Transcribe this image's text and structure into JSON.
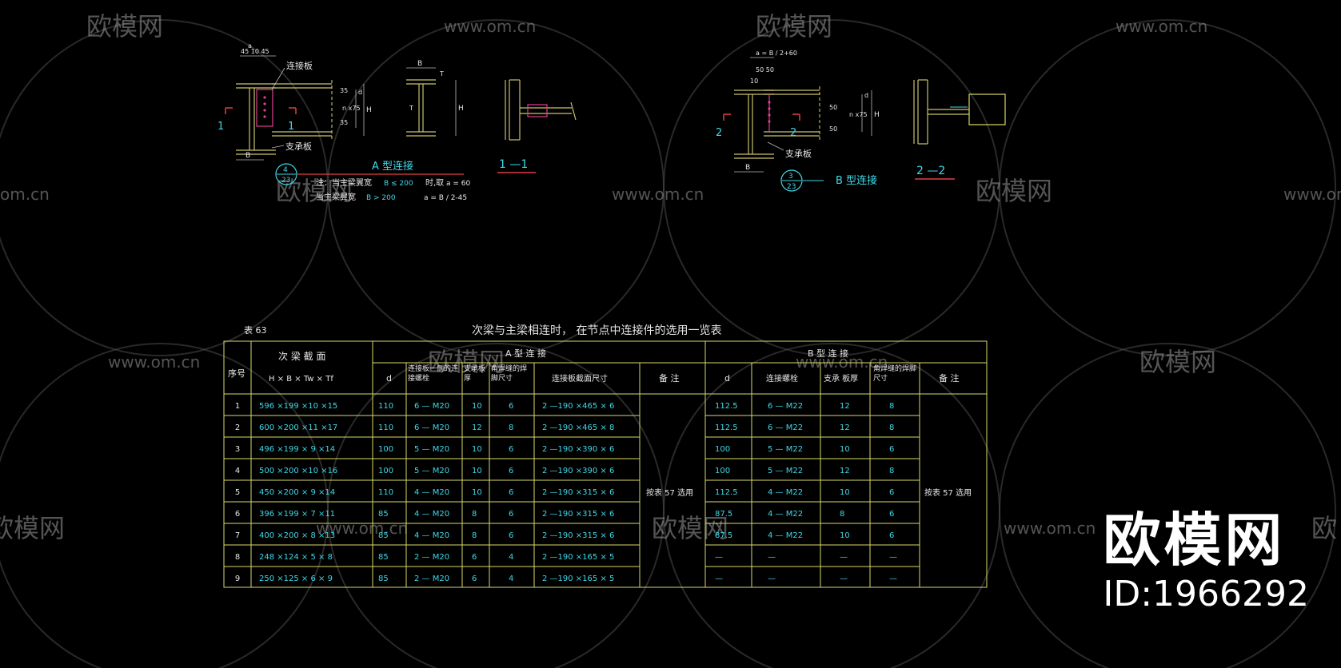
{
  "watermark": {
    "url_text": "www.om.cn",
    "url_short": "om.cn",
    "logo_text": "欧模网",
    "logo_prefix": "欧"
  },
  "brand": {
    "logo": "欧模网",
    "id_text": "ID:1966292"
  },
  "detail_a": {
    "title": "A 型连接",
    "label_plate": "连接板",
    "label_support": "支承板",
    "section_mark": "1",
    "section_label": "1 —1",
    "circle_top": "4",
    "circle_bottom": "23",
    "dim_B": "B",
    "dim_H": "H",
    "dim_d": "d",
    "dim_tf": "T",
    "dim_tw": "T",
    "dim_top": "45 10 45",
    "dim_a": "a",
    "dim_nx75": "n x75",
    "dim_35a": "35",
    "dim_35b": "35",
    "note_line1": "注：当主梁翼宽",
    "note_cond1": "B ≤ 200",
    "note_mid1": "时,取",
    "note_val1": "a = 60",
    "note_line2": "当主梁翼宽",
    "note_cond2": "B > 200",
    "note_val2": "a = B / 2-45"
  },
  "detail_b": {
    "title": "B 型连接",
    "label_support": "支承板",
    "section_mark": "2",
    "section_label": "2 —2",
    "circle_top": "3",
    "circle_bottom": "23",
    "dim_formula": "a = B / 2+60",
    "dim_5050": "50  50",
    "dim_10": "10",
    "dim_B": "B",
    "dim_H": "H",
    "dim_d": "d",
    "dim_50a": "50",
    "dim_50b": "50",
    "dim_nx75": "n x75"
  },
  "table": {
    "number": "表 63",
    "title": "次梁与主梁相连时，    在节点中连接件的选用一览表",
    "col_seq": "序号",
    "col_section": "次 梁 截 面",
    "col_section_sub": "H × B × Tw × Tf",
    "group_a": "A 型 连 接",
    "group_b": "B 型 连 接",
    "a_cols": [
      "d",
      "连接板一侧的连接螺栓",
      "支承板厚",
      "角焊缝的焊脚尺寸",
      "连接板截面尺寸",
      "备 注"
    ],
    "b_cols": [
      "d",
      "连接螺栓",
      "支承 板厚",
      "角焊缝的焊脚尺寸",
      "备 注"
    ],
    "a_remark": "按表 57 选用",
    "b_remark": "按表 57 选用",
    "rows": [
      {
        "seq": "1",
        "section": "596 ×199 ×10 ×15",
        "a_d": "110",
        "a_bolt": "6 — M20",
        "a_plate": "10",
        "a_weld": "6",
        "a_size": "2 —190 ×465 × 6",
        "b_d": "112.5",
        "b_bolt": "6 — M22",
        "b_plate": "12",
        "b_weld": "8"
      },
      {
        "seq": "2",
        "section": "600 ×200 ×11 ×17",
        "a_d": "110",
        "a_bolt": "6 — M20",
        "a_plate": "12",
        "a_weld": "8",
        "a_size": "2 —190 ×465 × 8",
        "b_d": "112.5",
        "b_bolt": "6 — M22",
        "b_plate": "12",
        "b_weld": "8"
      },
      {
        "seq": "3",
        "section": "496 ×199 × 9 ×14",
        "a_d": "100",
        "a_bolt": "5 — M20",
        "a_plate": "10",
        "a_weld": "6",
        "a_size": "2 —190 ×390 × 6",
        "b_d": "100",
        "b_bolt": "5 — M22",
        "b_plate": "10",
        "b_weld": "6"
      },
      {
        "seq": "4",
        "section": "500 ×200 ×10 ×16",
        "a_d": "100",
        "a_bolt": "5 — M20",
        "a_plate": "10",
        "a_weld": "6",
        "a_size": "2 —190 ×390 × 6",
        "b_d": "100",
        "b_bolt": "5 — M22",
        "b_plate": "12",
        "b_weld": "8"
      },
      {
        "seq": "5",
        "section": "450 ×200 × 9 ×14",
        "a_d": "110",
        "a_bolt": "4 — M20",
        "a_plate": "10",
        "a_weld": "6",
        "a_size": "2 —190 ×315 × 6",
        "b_d": "112.5",
        "b_bolt": "4 — M22",
        "b_plate": "10",
        "b_weld": "6"
      },
      {
        "seq": "6",
        "section": "396 ×199 × 7 ×11",
        "a_d": "85",
        "a_bolt": "4 — M20",
        "a_plate": "8",
        "a_weld": "6",
        "a_size": "2 —190 ×315 × 6",
        "b_d": "87.5",
        "b_bolt": "4 — M22",
        "b_plate": "8",
        "b_weld": "6"
      },
      {
        "seq": "7",
        "section": "400 ×200 × 8 ×13",
        "a_d": "85",
        "a_bolt": "4 — M20",
        "a_plate": "8",
        "a_weld": "6",
        "a_size": "2 —190 ×315 × 6",
        "b_d": "87.5",
        "b_bolt": "4 — M22",
        "b_plate": "10",
        "b_weld": "6"
      },
      {
        "seq": "8",
        "section": "248 ×124 × 5 × 8",
        "a_d": "85",
        "a_bolt": "2 — M20",
        "a_plate": "6",
        "a_weld": "4",
        "a_size": "2 —190 ×165 × 5",
        "b_d": "—",
        "b_bolt": "—",
        "b_plate": "—",
        "b_weld": "—"
      },
      {
        "seq": "9",
        "section": "250 ×125 × 6 × 9",
        "a_d": "85",
        "a_bolt": "2 — M20",
        "a_plate": "6",
        "a_weld": "4",
        "a_size": "2 —190 ×165 × 5",
        "b_d": "—",
        "b_bolt": "—",
        "b_plate": "—",
        "b_weld": "—"
      }
    ]
  }
}
